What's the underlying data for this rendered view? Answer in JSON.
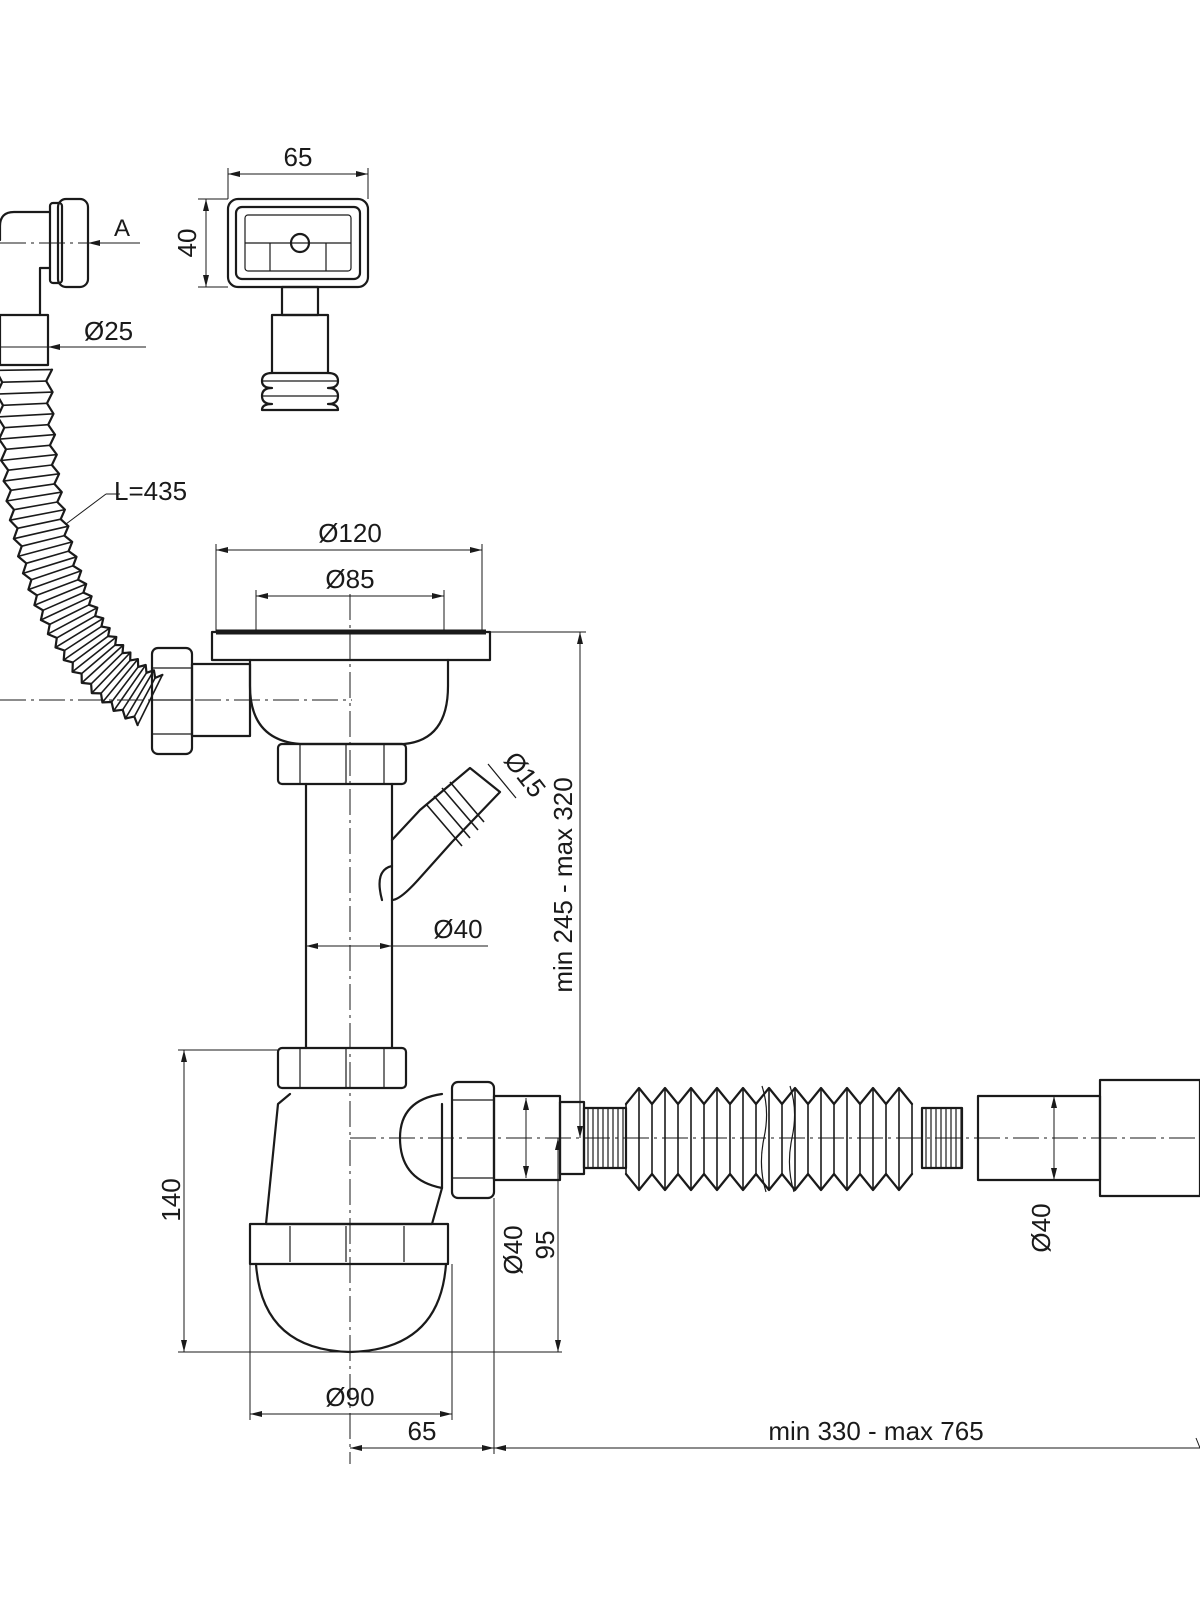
{
  "labels": {
    "overflow_width": "65",
    "overflow_height": "40",
    "section_mark": "A",
    "overflow_pipe_dia": "Ø25",
    "hose_length": "L=435",
    "strainer_outer_dia": "Ø120",
    "strainer_inner_dia": "Ø85",
    "side_inlet_dia": "Ø15",
    "pipe_dia": "Ø40",
    "height_range": "min 245 - max 320",
    "trap_height": "140",
    "outlet_dia": "Ø40",
    "outlet_height": "95",
    "drain_pipe_dia": "Ø40",
    "cup_dia": "Ø90",
    "outlet_offset": "65",
    "length_range": "min 330 - max 765"
  },
  "colors": {
    "line": "#1a1a1a",
    "background": "#ffffff"
  }
}
